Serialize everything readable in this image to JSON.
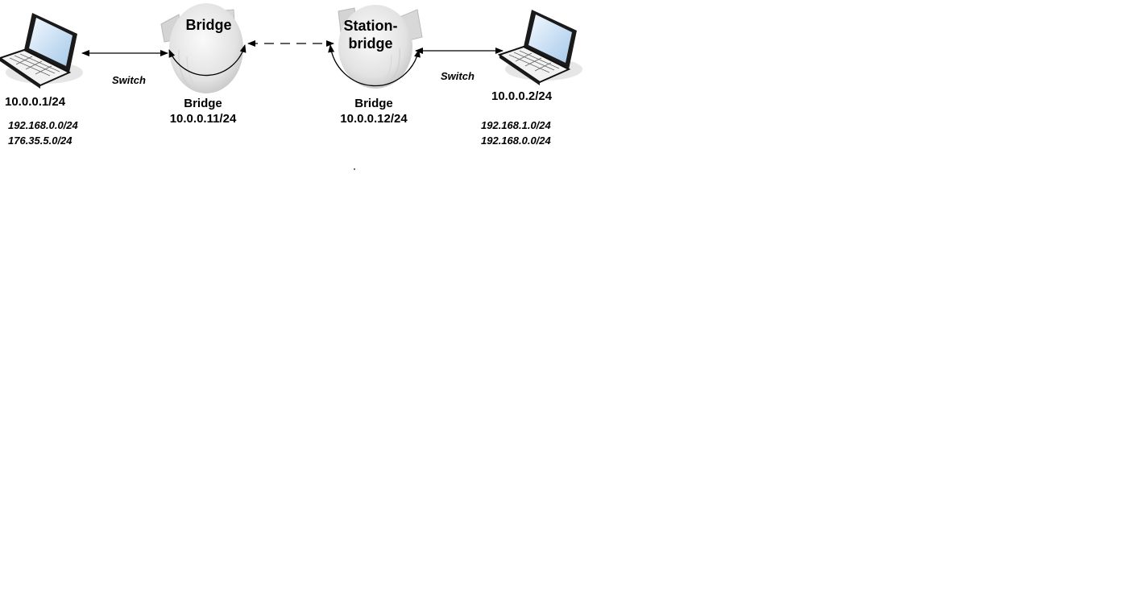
{
  "diagram": {
    "left_laptop": {
      "ip": "10.0.0.1/24",
      "routes": [
        "192.168.0.0/24",
        "176.35.5.0/24"
      ]
    },
    "left_link": {
      "label": "Switch"
    },
    "left_device": {
      "title": "Bridge",
      "interface_label": "Bridge",
      "interface_ip": "10.0.0.11/24"
    },
    "right_device": {
      "title_line1": "Station-",
      "title_line2": "bridge",
      "interface_label": "Bridge",
      "interface_ip": "10.0.0.12/24"
    },
    "right_link": {
      "label": "Switch"
    },
    "right_laptop": {
      "ip": "10.0.0.2/24",
      "routes": [
        "192.168.1.0/24",
        "192.168.0.0/24"
      ]
    },
    "icons": {
      "laptop": "laptop-icon",
      "access_point": "wireless-access-point-icon"
    },
    "colors": {
      "line": "#000000",
      "device_body": "#e8e8e8",
      "device_shadow": "#c8c8c8",
      "laptop_screen": "#cfe3f5"
    }
  }
}
